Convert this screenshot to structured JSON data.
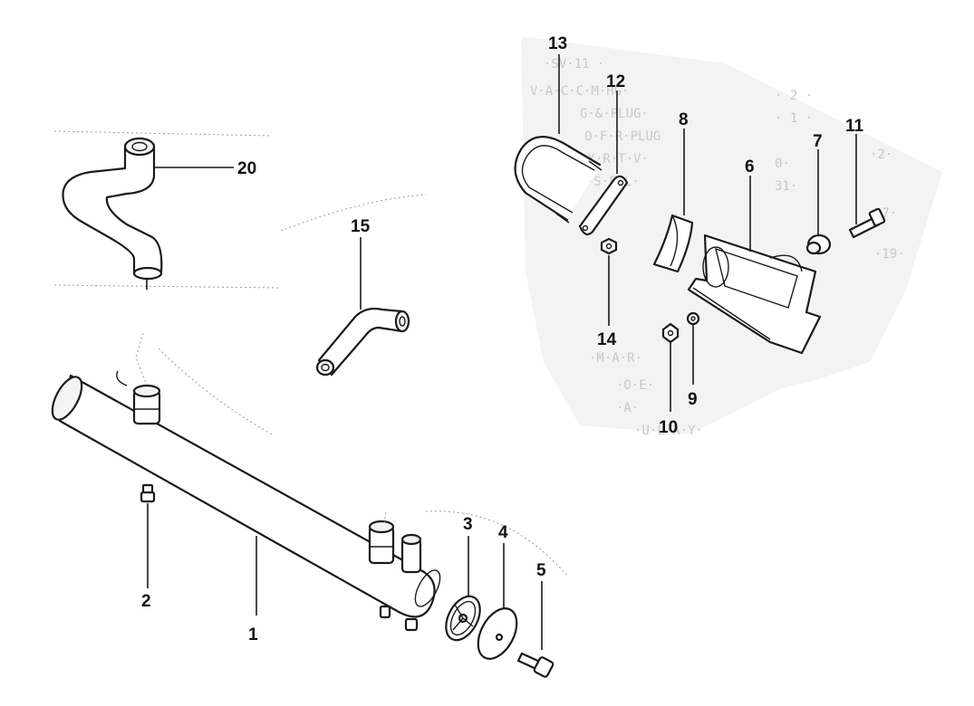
{
  "callouts": [
    {
      "id": "1",
      "label": "1"
    },
    {
      "id": "2",
      "label": "2"
    },
    {
      "id": "3",
      "label": "3"
    },
    {
      "id": "4",
      "label": "4"
    },
    {
      "id": "5",
      "label": "5"
    },
    {
      "id": "6",
      "label": "6"
    },
    {
      "id": "7",
      "label": "7"
    },
    {
      "id": "8",
      "label": "8"
    },
    {
      "id": "9",
      "label": "9"
    },
    {
      "id": "10",
      "label": "10"
    },
    {
      "id": "11",
      "label": "11"
    },
    {
      "id": "12",
      "label": "12"
    },
    {
      "id": "13",
      "label": "13"
    },
    {
      "id": "14",
      "label": "14"
    },
    {
      "id": "15",
      "label": "15"
    },
    {
      "id": "20",
      "label": "20"
    }
  ],
  "colors": {
    "ink": "#1a1a1a",
    "paper": "#ffffff",
    "bleed": "#c8c8c8"
  }
}
